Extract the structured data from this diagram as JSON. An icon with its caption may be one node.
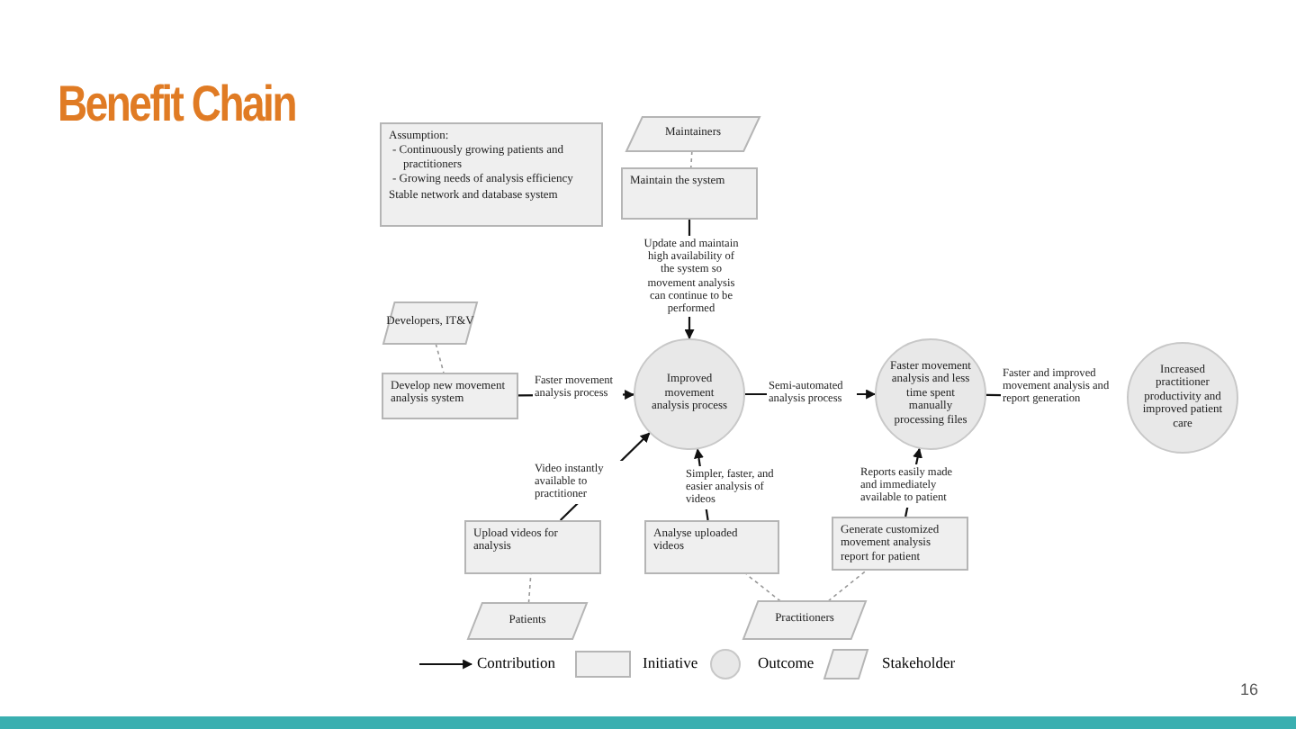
{
  "diagram": {
    "title": "Benefit Chain",
    "nodes": [
      {
        "text": [
          "Assumption:",
          "- Continuously growing patients and practitioners",
          "- Growing needs of analysis efficiency",
          "Stable network and database system"
        ]
      },
      {
        "text": [
          "Maintainers"
        ]
      },
      {
        "text": [
          "Maintain the system"
        ]
      },
      {
        "text": [
          "Developers, IT&V"
        ]
      },
      {
        "text": [
          "Develop new movement analysis system"
        ]
      },
      {
        "text": [
          "Improved movement analysis process"
        ]
      },
      {
        "text": [
          "Faster movement analysis and less time spent manually processing files"
        ]
      },
      {
        "text": [
          "Increased practitioner productivity and improved patient care"
        ]
      },
      {
        "text": [
          "Upload videos for analysis"
        ]
      },
      {
        "text": [
          "Analyse uploaded videos"
        ]
      },
      {
        "text": [
          "Generate customized movement analysis report for patient"
        ]
      },
      {
        "text": [
          "Patients"
        ]
      },
      {
        "text": [
          "Practitioners"
        ]
      }
    ],
    "edges": [
      {
        "from": 1,
        "to": 2,
        "arrow": "none",
        "style": "dashed",
        "color": "#999999"
      },
      {
        "from": 2,
        "to": 5,
        "arrow": "to",
        "label": "Update and maintain high availability of the system so movement analysis can continue to be performed"
      },
      {
        "from": 3,
        "to": 4,
        "arrow": "none",
        "style": "dashed",
        "color": "#999999"
      },
      {
        "from": 4,
        "to": 5,
        "arrow": "to",
        "label": "Faster movement analysis process"
      },
      {
        "from": 5,
        "to": 6,
        "arrow": "to",
        "label": "Semi-automated analysis process"
      },
      {
        "from": 6,
        "to": 7,
        "arrow": "to",
        "label": "Faster and improved movement analysis and report generation"
      },
      {
        "from": 8,
        "to": 5,
        "arrow": "to",
        "label": "Video instantly available to practitioner"
      },
      {
        "from": 9,
        "to": 5,
        "arrow": "to",
        "label": "Simpler, faster, and easier analysis of videos"
      },
      {
        "from": 10,
        "to": 6,
        "arrow": "to",
        "label": "Reports easily made and immediately available to patient"
      },
      {
        "from": 11,
        "to": 8,
        "arrow": "none",
        "style": "dashed",
        "color": "#999999"
      },
      {
        "from": 12,
        "to": 9,
        "arrow": "none",
        "style": "dashed",
        "color": "#999999"
      },
      {
        "from": 12,
        "to": 10,
        "arrow": "none",
        "style": "dashed",
        "color": "#999999"
      }
    ],
    "labels": [
      "16"
    ],
    "legend": [
      {
        "text": "Contribution"
      },
      {
        "text": "Initiative"
      },
      {
        "text": "Outcome"
      },
      {
        "text": "Stakeholder"
      }
    ]
  }
}
